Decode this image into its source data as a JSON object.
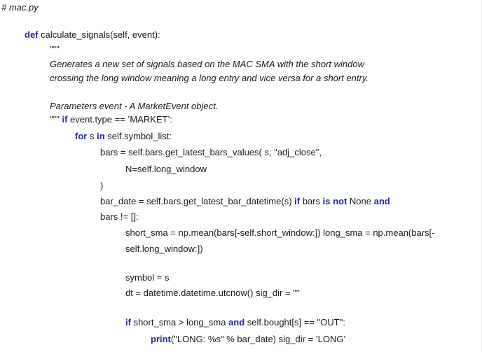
{
  "doc": {
    "file_comment": "# mac.py",
    "lines": {
      "l1_kw": "def",
      "l1_text": " calculate_signals(self, event):",
      "l2": "\"\"\"",
      "l3": "Generates a new set of signals based on the MAC SMA with the short window",
      "l4": "crossing the long window meaning a long entry and vice versa for a short entry.",
      "l5": "Parameters event - A MarketEvent object.",
      "l6_a": "\"\"\" ",
      "l6_kw": "if",
      "l6_b": " event.type == ’MARKET’:",
      "l7_kw1": "for",
      "l7_a": " s ",
      "l7_kw2": "in",
      "l7_b": " self.symbol_list:",
      "l8": "bars = self.bars.get_latest_bars_values( s, \"adj_close\",",
      "l9": "N=self.long_window",
      "l10": ")",
      "l11_a": "bar_date = self.bars.get_latest_bar_datetime(s) ",
      "l11_kw1": "if",
      "l11_b": " bars ",
      "l11_kw2": "is not",
      "l11_c": " None ",
      "l11_kw3": "and",
      "l12": "bars != []:",
      "l13": "short_sma = np.mean(bars[-self.short_window:]) long_sma = np.mean(bars[-",
      "l14": "self.long_window:])",
      "l15": "symbol = s",
      "l16": "dt = datetime.datetime.utcnow() sig_dir = \"\"",
      "l17_kw1": "if",
      "l17_a": " short_sma > long_sma ",
      "l17_kw2": "and",
      "l17_b": " self.bought[s] == \"OUT\":",
      "l18_kw": "print",
      "l18_a": "(\"LONG: %s\" % bar_date) sig_dir = ’LONG’"
    }
  }
}
